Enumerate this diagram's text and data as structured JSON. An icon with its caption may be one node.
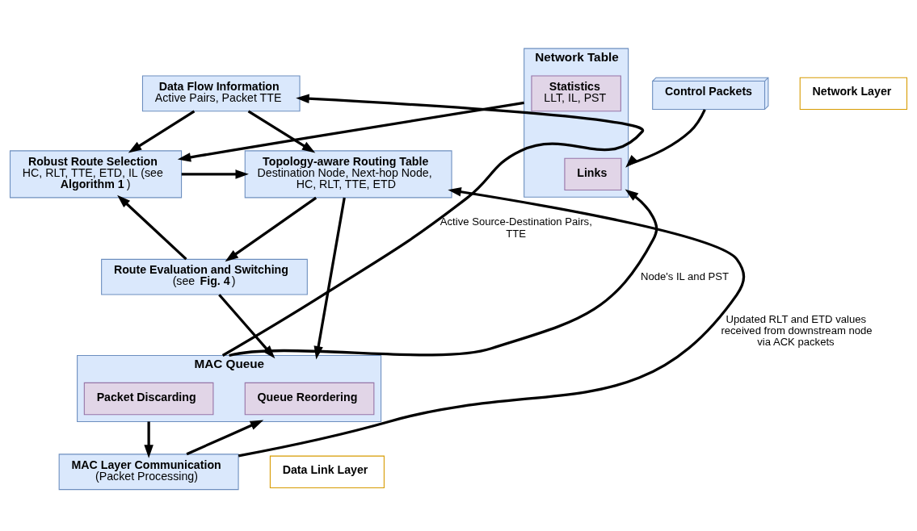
{
  "diagram": {
    "nodes": [
      {
        "text": [
          "Data Flow Information",
          "Active Pairs, Packet TTE"
        ]
      },
      {
        "text": [
          "Control Packets"
        ]
      },
      {
        "text": [
          "Network Table"
        ]
      },
      {
        "text": [
          "Links"
        ],
        "in": 2
      },
      {
        "text": [
          "Statistics",
          "LLT, IL, PST"
        ],
        "in": 2
      },
      {
        "text": [
          "Robust Route Selection",
          "HC, RLT, TTE, ETD, IL (see **Algorithm 1**)"
        ]
      },
      {
        "text": [
          "Topology-aware Routing Table",
          "Destination Node, Next-hop Node, HC, RLT, TTE, ETD"
        ]
      },
      {
        "text": [
          "Route Evaluation and Switching",
          "(see **Fig. 4**)"
        ]
      },
      {
        "text": [
          "MAC Queue"
        ]
      },
      {
        "text": [
          "Queue Reordering"
        ],
        "in": 8
      },
      {
        "text": [
          "Packet Discarding"
        ],
        "in": 8
      },
      {
        "text": [
          "MAC Layer Communication",
          "(Packet Processing)"
        ]
      },
      {
        "text": [
          "Network Layer"
        ]
      },
      {
        "text": [
          "Data Link Layer"
        ]
      }
    ],
    "edges": [
      {
        "from": 1,
        "to": 2,
        "arrow": "to"
      },
      {
        "from": 0,
        "to": 5,
        "arrow": "to"
      },
      {
        "from": 0,
        "to": 6,
        "arrow": "to"
      },
      {
        "from": 2,
        "to": 5,
        "arrow": "to"
      },
      {
        "from": 5,
        "to": 6,
        "arrow": "to"
      },
      {
        "from": 7,
        "to": 5,
        "arrow": "to"
      },
      {
        "from": 6,
        "to": 7,
        "arrow": "to"
      },
      {
        "from": 7,
        "to": 8,
        "arrow": "to"
      },
      {
        "from": 6,
        "to": 8,
        "arrow": "to"
      },
      {
        "from": 8,
        "to": 2,
        "arrow": "to",
        "label": "Node's IL and PST"
      },
      {
        "from": 8,
        "to": 0,
        "arrow": "to",
        "label": "Active Source-Destination Pairs, TTE"
      },
      {
        "from": 8,
        "to": 11,
        "arrow": "to"
      },
      {
        "from": 11,
        "to": 8,
        "arrow": "to"
      },
      {
        "from": 11,
        "to": 6,
        "arrow": "to",
        "label": "Updated RLT and ETD values received from downstream node via ACK packets"
      }
    ]
  }
}
